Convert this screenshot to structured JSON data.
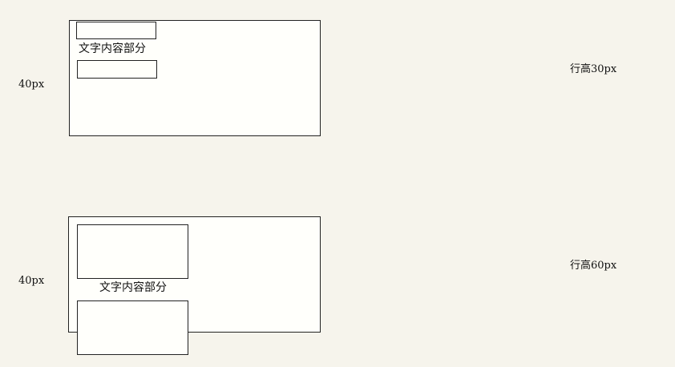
{
  "diagrams": [
    {
      "left_label": "40px",
      "right_label": "行高30px",
      "caption": "文字内容部分"
    },
    {
      "left_label": "40px",
      "right_label": "行高60px",
      "caption": "文字内容部分"
    }
  ]
}
